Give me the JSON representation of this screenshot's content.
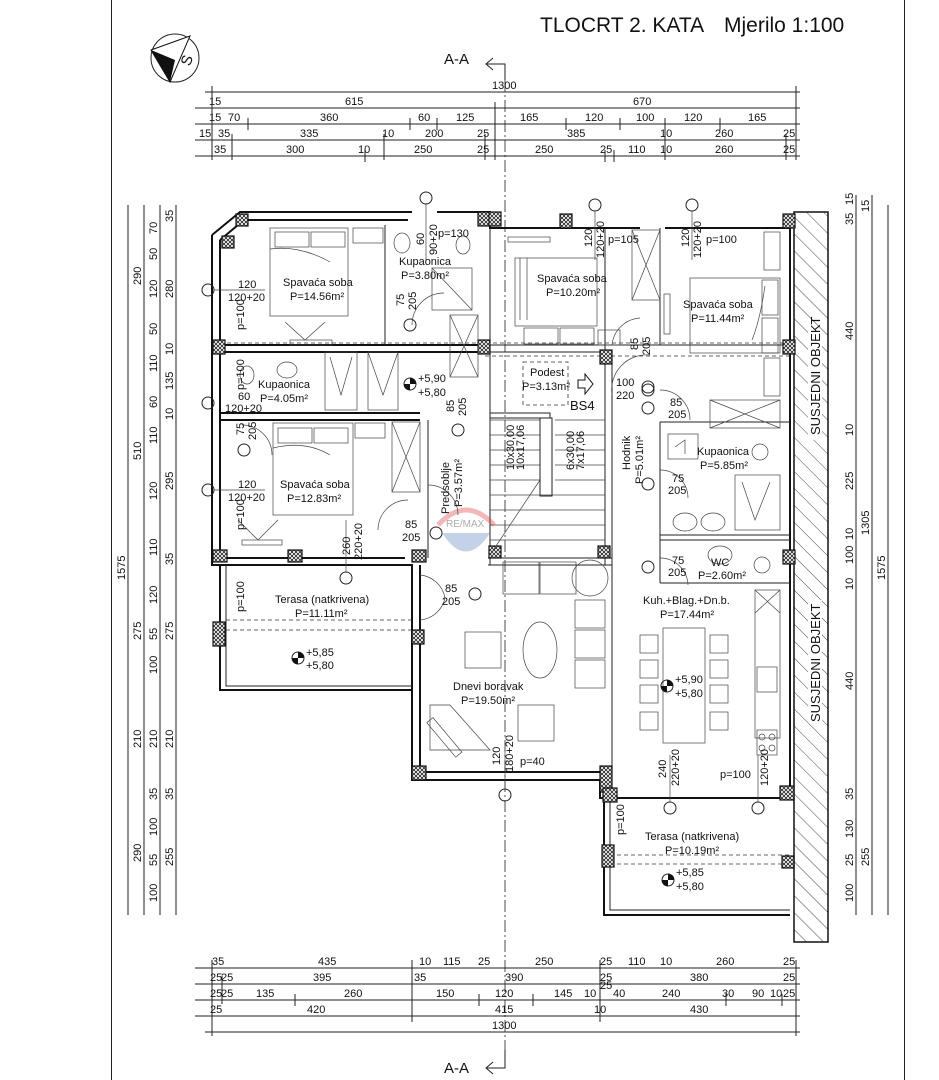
{
  "header": {
    "title": "TLOCRT 2. KATA",
    "scale": "Mjerilo 1:100"
  },
  "section_marker": {
    "top": "A-A",
    "bottom": "A-A"
  },
  "north_arrow": {
    "label": "S"
  },
  "dimensions": {
    "top": {
      "total": "1300",
      "row1": [
        "15",
        "615",
        "670"
      ],
      "row2": [
        "15",
        "70",
        "360",
        "60",
        "125",
        "165",
        "120",
        "100",
        "120",
        "165"
      ],
      "row3": [
        "15",
        "35",
        "335",
        "10",
        "200",
        "25",
        "385",
        "10",
        "260",
        "25"
      ],
      "row4": [
        "35",
        "300",
        "10",
        "250",
        "25",
        "250",
        "25",
        "110",
        "10",
        "260",
        "25"
      ]
    },
    "bottom": {
      "row1": [
        "35",
        "435",
        "10",
        "115",
        "25",
        "250",
        "25",
        "110",
        "10",
        "260",
        "25"
      ],
      "row2": [
        "25",
        "25",
        "395",
        "35",
        "390",
        "25",
        "380",
        "25"
      ],
      "row3": [
        "25",
        "25",
        "135",
        "260",
        "150",
        "120",
        "145",
        "10",
        "25",
        "40",
        "240",
        "30",
        "90",
        "10",
        "25"
      ],
      "row4": [
        "25",
        "420",
        "415",
        "10",
        "430"
      ],
      "total": "1300"
    },
    "left": {
      "outer": "1575",
      "mid": [
        "290",
        "510",
        "275",
        "210",
        "290"
      ],
      "inner": [
        "70",
        "50",
        "120",
        "50",
        "110",
        "60",
        "110",
        "120",
        "110",
        "120",
        "55",
        "100",
        "210",
        "35",
        "100",
        "55",
        "100"
      ],
      "wall": [
        "35",
        "280",
        "10",
        "135",
        "10",
        "295",
        "35",
        "275",
        "210",
        "35",
        "255"
      ]
    },
    "right": {
      "outer": "1575",
      "mid": [
        "15",
        "1305"
      ],
      "inner": [
        "15",
        "35",
        "440",
        "10",
        "225",
        "10",
        "100",
        "10",
        "440",
        "35",
        "130",
        "25",
        "100"
      ],
      "sub": [
        "255"
      ]
    }
  },
  "rooms": [
    {
      "name": "Spavaća soba",
      "area": "P=14.56m²"
    },
    {
      "name": "Kupaonica",
      "area": "P=3.80m²"
    },
    {
      "name": "Spavaća soba",
      "area": "P=10.20m²"
    },
    {
      "name": "Spavaća soba",
      "area": "P=11.44m²"
    },
    {
      "name": "Kupaonica",
      "area": "P=4.05m²"
    },
    {
      "name": "Podest",
      "area": "P=3.13m²"
    },
    {
      "name": "Spavaća soba",
      "area": "P=12.83m²"
    },
    {
      "name": "Predsoblje",
      "area": "P=3.57m²"
    },
    {
      "name": "Hodnik",
      "area": "P=5.01m²"
    },
    {
      "name": "Kupaonica",
      "area": "P=5.85m²"
    },
    {
      "name": "WC",
      "area": "P=2.60m²"
    },
    {
      "name": "Terasa (natkrivena)",
      "area": "P=11.11m²"
    },
    {
      "name": "Dnevi boravak",
      "area": "P=19.50m²"
    },
    {
      "name": "Kuh.+Blag.+Dn.b.",
      "area": "P=17.44m²"
    },
    {
      "name": "Terasa (natkrivena)",
      "area": "P=10.19m²"
    }
  ],
  "levels": [
    {
      "upper": "+5,90",
      "lower": "+5,80"
    },
    {
      "upper": "+5,85",
      "lower": "+5,80"
    },
    {
      "upper": "+5,90",
      "lower": "+5,80"
    },
    {
      "upper": "+5,85",
      "lower": "+5,80"
    }
  ],
  "openings": {
    "w_120_140": [
      "120",
      "120+20"
    ],
    "w_120_140_b": [
      "120",
      "120+20"
    ],
    "w_120_140_c": [
      "120",
      "120+20"
    ],
    "w_60": [
      "60",
      "120+20"
    ],
    "bath_top": [
      "60",
      "90+20",
      "p=130"
    ],
    "p100": "p=100",
    "p105": "p=105",
    "d_75_205": [
      "75",
      "205"
    ],
    "d_85_205": [
      "85",
      "205"
    ],
    "d_100_220": [
      "100",
      "220"
    ],
    "d_260": [
      "260",
      "220+20"
    ],
    "d_120_180": [
      "120",
      "180+20",
      "p=40"
    ],
    "d_240": [
      "240",
      "220+20"
    ],
    "d_100_120": [
      "p=100",
      "120+20"
    ],
    "stairs": [
      "10x30,00",
      "10x17,06",
      "6x30,00",
      "7x17,06"
    ],
    "stair_id": "BS4"
  },
  "neighbour": {
    "label": "SUSJEDNI OBJEKT"
  },
  "watermark": "RE/MAX"
}
